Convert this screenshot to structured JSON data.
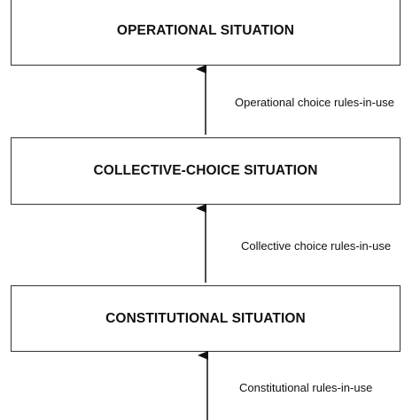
{
  "diagram": {
    "boxes": {
      "operational": "OPERATIONAL SITUATION",
      "collective": "COLLECTIVE-CHOICE SITUATION",
      "constitutional": "CONSTITUTIONAL SITUATION"
    },
    "labels": {
      "operational_rules": "Operational choice rules-in-use",
      "collective_rules": "Collective choice rules-in-use",
      "constitutional_rules": "Constitutional rules-in-use"
    }
  }
}
